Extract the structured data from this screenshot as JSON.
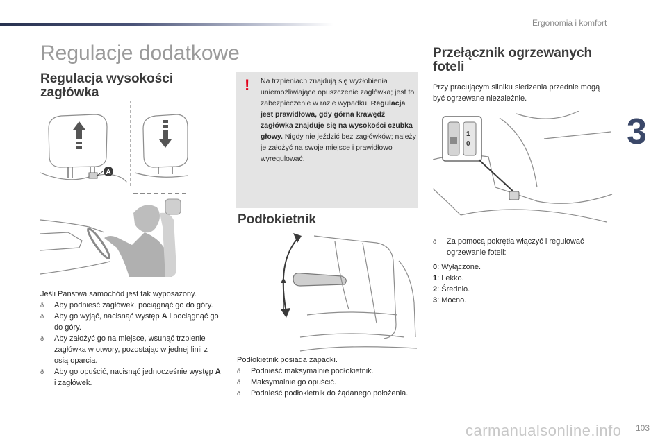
{
  "header": {
    "section_title": "Ergonomia i komfort",
    "page_number": "103",
    "chapter_number": "3"
  },
  "page_title": "Regulacje dodatkowe",
  "headrest": {
    "heading": "Regulacja wysokości zagłówka",
    "intro": "Jeśli Państwa samochód jest tak wyposażony.",
    "items": [
      {
        "before": "Aby podnieść zagłówek, pociągnąć go do góry.",
        "bold": "",
        "after": ""
      },
      {
        "before": "Aby go wyjąć, nacisnąć występ ",
        "bold": "A",
        "after": " i pociągnąć go do góry."
      },
      {
        "before": "Aby założyć go na miejsce, wsunąć trzpienie zagłówka w otwory, pozostając w jednej linii z osią oparcia.",
        "bold": "",
        "after": ""
      },
      {
        "before": "Aby go opuścić, nacisnąć jednocześnie występ ",
        "bold": "A",
        "after": " i zagłówek."
      }
    ],
    "callout_label": "A"
  },
  "warning": {
    "icon": "!",
    "text1": "Na trzpieniach znajdują się wyżłobienia uniemożliwiające opuszczenie zagłówka; jest to zabezpieczenie w razie wypadku.",
    "bold": "Regulacja jest prawidłowa, gdy górna krawędź zagłówka znajduje się na wysokości czubka głowy.",
    "text2": "Nigdy nie jeździć bez zagłówków; należy je założyć na swoje miejsce i prawidłowo wyregulować."
  },
  "armrest": {
    "heading": "Podłokietnik",
    "intro": "Podłokietnik posiada zapadki.",
    "items": [
      "Podnieść maksymalnie podłokietnik.",
      "Maksymalnie go opuścić.",
      "Podnieść podłokietnik do żądanego położenia."
    ]
  },
  "heated_seats": {
    "heading": "Przełącznik ogrzewanych foteli",
    "intro": "Przy pracującym silniku siedzenia przednie mogą być ogrzewane niezależnie.",
    "item": "Za pomocą pokrętła włączyć i regulować ogrzewanie foteli:",
    "dial_marks": [
      "1",
      "0"
    ],
    "levels": [
      {
        "num": "0",
        "label": ": Wyłączone."
      },
      {
        "num": "1",
        "label": ": Lekko."
      },
      {
        "num": "2",
        "label": ": Średnio."
      },
      {
        "num": "3",
        "label": ": Mocno."
      }
    ]
  },
  "watermark": "carmanualsonline.info"
}
